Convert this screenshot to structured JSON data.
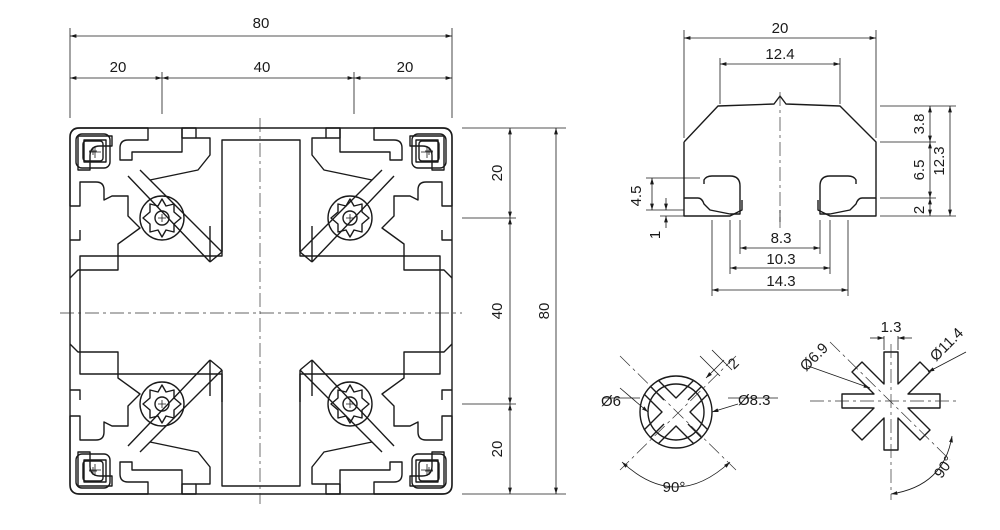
{
  "profile": {
    "overall_width": "80",
    "top_left": "20",
    "top_middle": "40",
    "top_right": "20",
    "side_top": "20",
    "side_middle": "40",
    "side_bottom": "20",
    "overall_height": "80"
  },
  "slot": {
    "width": "20",
    "opening": "12.4",
    "depth_top": "3.8",
    "depth_mid": "6.5",
    "depth_total": "12.3",
    "depth_bottom": "2",
    "lip_height": "4.5",
    "lip_thickness": "1",
    "inner_8_3": "8.3",
    "inner_10_3": "10.3",
    "inner_14_3": "14.3"
  },
  "core_left": {
    "diameter_6": "Ø6",
    "web_2": "2",
    "diameter_8_3": "Ø8.3",
    "angle": "90°"
  },
  "core_right": {
    "web_1_3": "1.3",
    "diameter_11_4": "Ø11.4",
    "diameter_6_9": "Ø6.9",
    "angle": "90°"
  }
}
